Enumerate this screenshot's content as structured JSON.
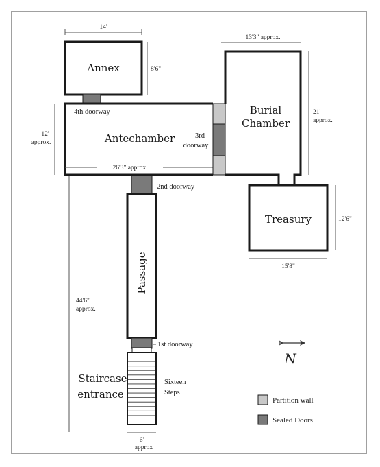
{
  "rooms": {
    "annex": "Annex",
    "antechamber": "Antechamber",
    "burial_line1": "Burial",
    "burial_line2": "Chamber",
    "treasury": "Treasury",
    "passage": "Passage",
    "staircase_line1": "Staircase",
    "staircase_line2": "entrance"
  },
  "doorways": {
    "first": "1st doorway",
    "second": "2nd doorway",
    "third_line1": "3rd",
    "third_line2": "doorway",
    "fourth": "4th doorway"
  },
  "dimensions": {
    "annex_width": "14'",
    "annex_height": "8'6\"",
    "antechamber_height_line1": "12'",
    "antechamber_height_line2": "approx.",
    "antechamber_width": "26'3\" approx.",
    "burial_width": "13'3\" approx.",
    "burial_height_line1": "21'",
    "burial_height_line2": "approx.",
    "treasury_height": "12'6\"",
    "treasury_width": "15'8\"",
    "passage_length_line1": "44'6\"",
    "passage_length_line2": "approx.",
    "stair_width_line1": "6'",
    "stair_width_line2": "approx"
  },
  "steps_note": {
    "line1": "Sixteen",
    "line2": "Steps"
  },
  "compass": {
    "letter": "N"
  },
  "legend": {
    "partition": {
      "label": "Partition wall",
      "color": "#c8c8c8"
    },
    "sealed": {
      "label": "Sealed Doors",
      "color": "#7a7a7a"
    }
  }
}
